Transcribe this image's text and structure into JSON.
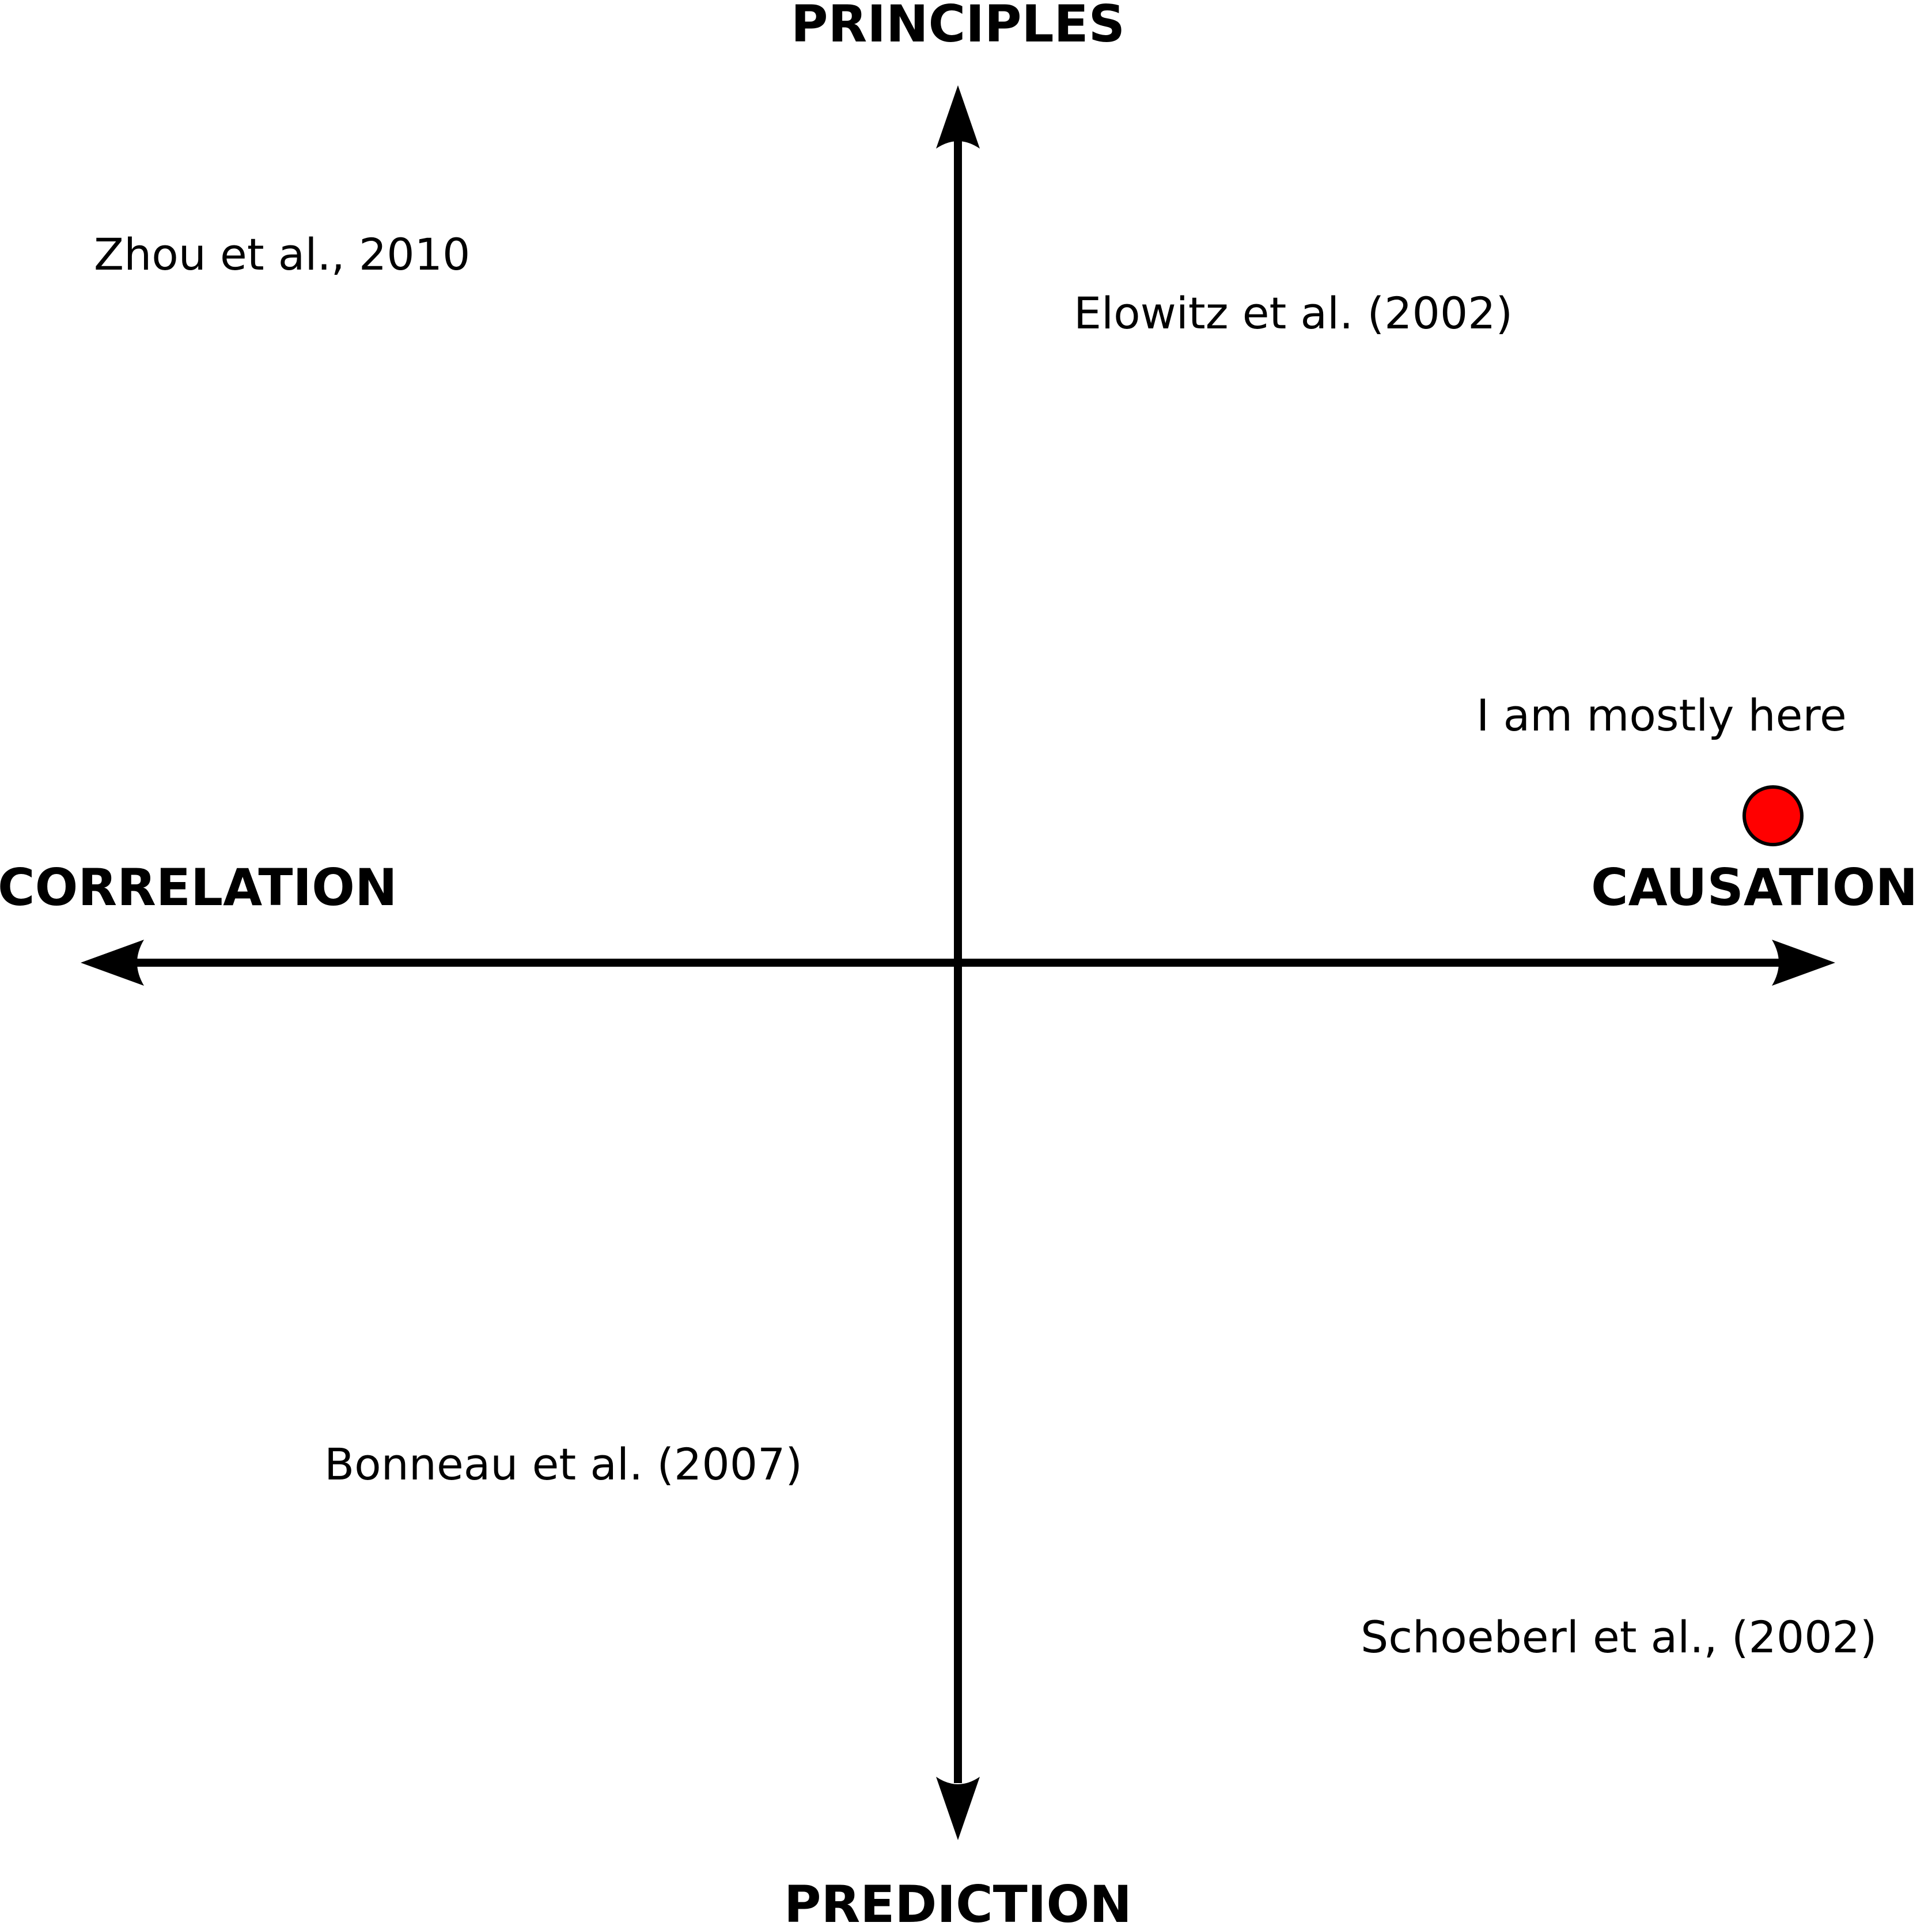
{
  "axes": {
    "top": "PRINCIPLES",
    "bottom": "PREDICTION",
    "left": "CORRELATION",
    "right": "CAUSATION"
  },
  "studies": [
    {
      "label": "Zhou et al., 2010"
    },
    {
      "label": "Elowitz et al. (2002)"
    },
    {
      "label": "Bonneau et al. (2007)"
    },
    {
      "label": "Schoeberl et al., (2002)"
    }
  ],
  "marker": {
    "label": "I am mostly here",
    "color": "#ff0000"
  }
}
